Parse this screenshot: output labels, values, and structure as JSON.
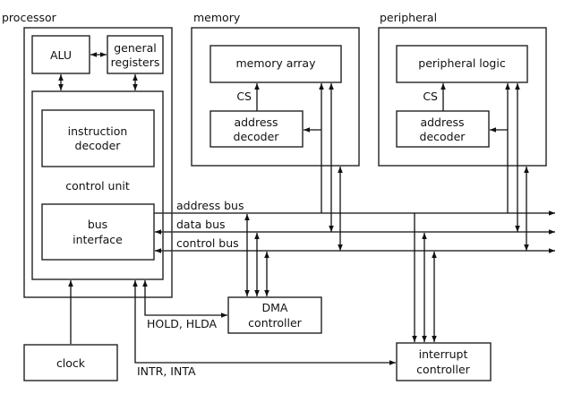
{
  "diagram": {
    "processor": {
      "label": "processor",
      "alu": "ALU",
      "general_registers": [
        "general",
        "registers"
      ],
      "control_unit": {
        "label": "control unit",
        "instruction_decoder": [
          "instruction",
          "decoder"
        ],
        "bus_interface": [
          "bus",
          "interface"
        ]
      }
    },
    "memory": {
      "label": "memory",
      "array": "memory array",
      "cs_label": "CS",
      "address_decoder": [
        "address",
        "decoder"
      ]
    },
    "peripheral": {
      "label": "peripheral",
      "logic": "peripheral logic",
      "cs_label": "CS",
      "address_decoder": [
        "address",
        "decoder"
      ]
    },
    "buses": {
      "address": "address bus",
      "data": "data bus",
      "control": "control bus"
    },
    "dma": {
      "label": [
        "DMA",
        "controller"
      ],
      "signal": "HOLD, HLDA"
    },
    "interrupt": {
      "label": [
        "interrupt",
        "controller"
      ],
      "signal": "INTR, INTA"
    },
    "clock": {
      "label": "clock"
    }
  }
}
